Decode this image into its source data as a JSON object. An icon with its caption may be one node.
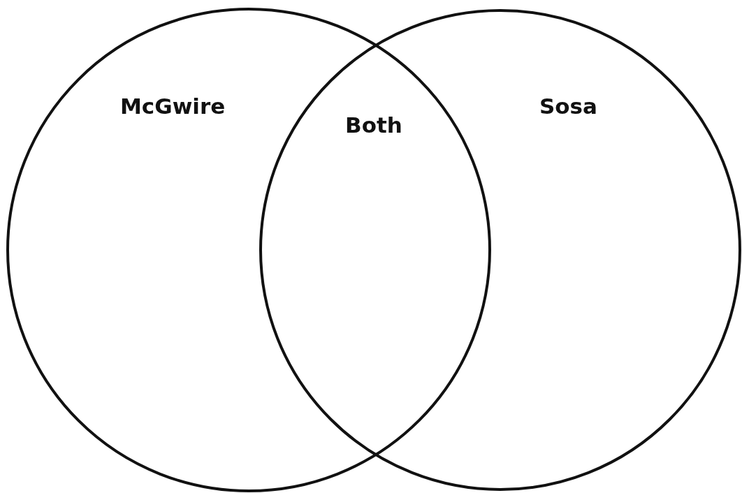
{
  "diagram": {
    "nodes": [
      {
        "text": [
          "McGwire"
        ]
      },
      {
        "text": [
          "Sosa"
        ]
      }
    ],
    "labels": [
      "Both"
    ]
  }
}
